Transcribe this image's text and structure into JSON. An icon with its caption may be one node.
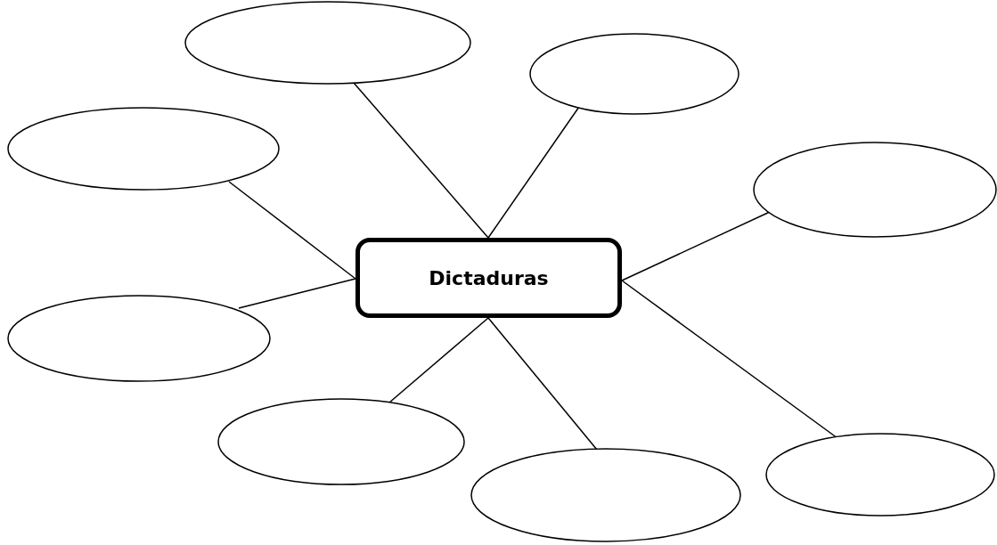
{
  "diagram": {
    "nodes": [
      {
        "text": [
          "Dictaduras"
        ]
      },
      {
        "text": [],
        "shape": "ellipse"
      },
      {
        "text": [],
        "shape": "ellipse"
      },
      {
        "text": [],
        "shape": "ellipse"
      },
      {
        "text": [],
        "shape": "ellipse"
      },
      {
        "text": [],
        "shape": "ellipse"
      },
      {
        "text": [],
        "shape": "ellipse"
      },
      {
        "text": [],
        "shape": "ellipse"
      },
      {
        "text": [],
        "shape": "ellipse"
      }
    ],
    "edges": [
      {
        "from": 0,
        "to": 1,
        "arrow": "none"
      },
      {
        "from": 0,
        "to": 2,
        "arrow": "none"
      },
      {
        "from": 0,
        "to": 3,
        "arrow": "none"
      },
      {
        "from": 0,
        "to": 4,
        "arrow": "none"
      },
      {
        "from": 0,
        "to": 5,
        "arrow": "none"
      },
      {
        "from": 0,
        "to": 6,
        "arrow": "none"
      },
      {
        "from": 0,
        "to": 7,
        "arrow": "none"
      },
      {
        "from": 0,
        "to": 8,
        "arrow": "none"
      }
    ]
  }
}
